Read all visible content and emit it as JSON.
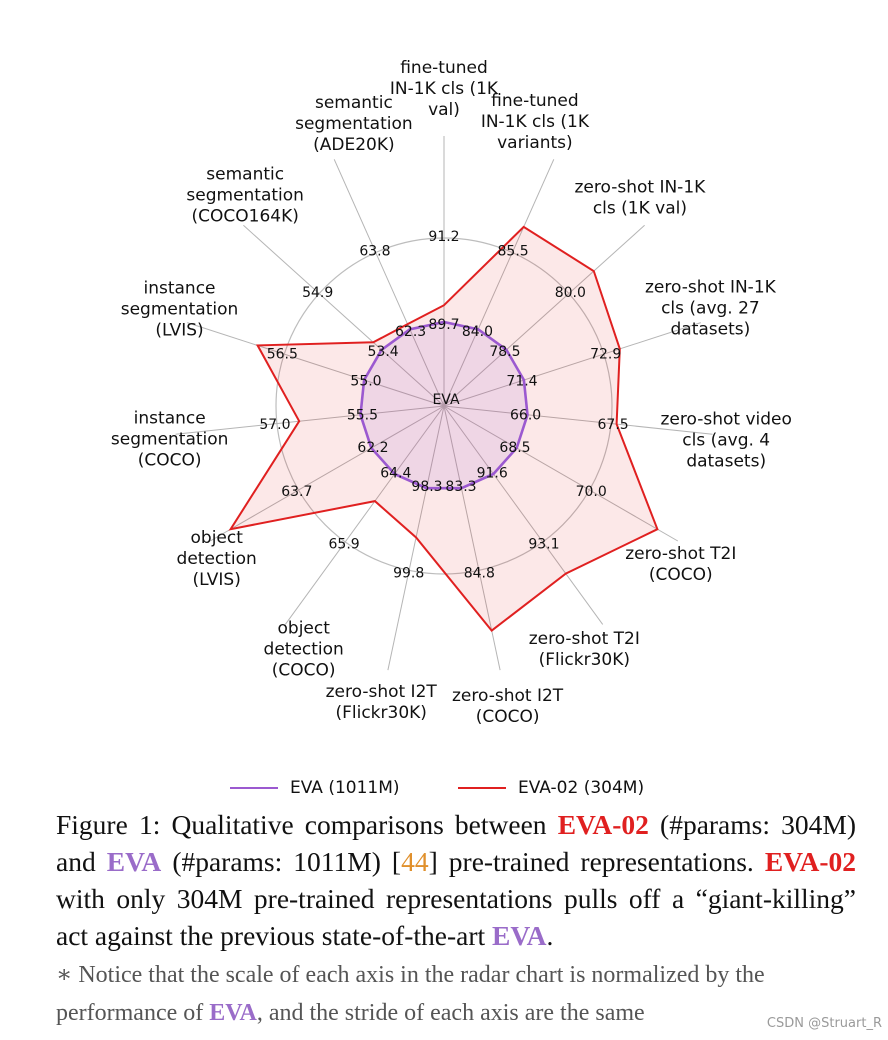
{
  "chart_data": {
    "type": "radar",
    "center_label": "EVA",
    "axes": [
      {
        "label": [
          "fine-tuned",
          "IN-1K cls (1K",
          "val)"
        ],
        "ticks": [
          "89.7",
          "91.2"
        ]
      },
      {
        "label": [
          "fine-tuned",
          "IN-1K cls (1K",
          "variants)"
        ],
        "ticks": [
          "84.0",
          "85.5"
        ]
      },
      {
        "label": [
          "zero-shot IN-1K",
          "cls (1K val)"
        ],
        "ticks": [
          "78.5",
          "80.0"
        ]
      },
      {
        "label": [
          "zero-shot IN-1K",
          "cls (avg. 27",
          "datasets)"
        ],
        "ticks": [
          "71.4",
          "72.9"
        ]
      },
      {
        "label": [
          "zero-shot video",
          "cls (avg. 4",
          "datasets)"
        ],
        "ticks": [
          "66.0",
          "67.5"
        ]
      },
      {
        "label": [
          "zero-shot T2I",
          "(COCO)"
        ],
        "ticks": [
          "68.5",
          "70.0"
        ]
      },
      {
        "label": [
          "zero-shot T2I",
          "(Flickr30K)"
        ],
        "ticks": [
          "91.6",
          "93.1"
        ]
      },
      {
        "label": [
          "zero-shot I2T",
          "(COCO)"
        ],
        "ticks": [
          "83.3",
          "84.8"
        ]
      },
      {
        "label": [
          "zero-shot I2T",
          "(Flickr30K)"
        ],
        "ticks": [
          "98.3",
          "99.8"
        ]
      },
      {
        "label": [
          "object",
          "detection",
          "(COCO)"
        ],
        "ticks": [
          "64.4",
          "65.9"
        ]
      },
      {
        "label": [
          "object",
          "detection",
          "(LVIS)"
        ],
        "ticks": [
          "62.2",
          "63.7"
        ]
      },
      {
        "label": [
          "instance",
          "segmentation",
          "(COCO)"
        ],
        "ticks": [
          "55.5",
          "57.0"
        ]
      },
      {
        "label": [
          "instance",
          "segmentation",
          "(LVIS)"
        ],
        "ticks": [
          "55.0",
          "56.5"
        ]
      },
      {
        "label": [
          "semantic",
          "segmentation",
          "(COCO164K)"
        ],
        "ticks": [
          "53.4",
          "54.9"
        ]
      },
      {
        "label": [
          "semantic",
          "segmentation",
          "(ADE20K)"
        ],
        "ticks": [
          "62.3",
          "63.8"
        ]
      }
    ],
    "series": [
      {
        "name": "EVA (1011M)",
        "color": "#9b59d0",
        "values": [
          89.7,
          84.0,
          78.5,
          71.4,
          66.0,
          68.5,
          91.6,
          83.3,
          98.3,
          64.4,
          62.2,
          55.5,
          55.0,
          53.4,
          62.3
        ]
      },
      {
        "name": "EVA-02 (304M)",
        "color": "#e02020",
        "values": [
          90.0,
          86.0,
          80.6,
          73.2,
          67.6,
          71.4,
          93.8,
          85.9,
          99.2,
          65.0,
          65.1,
          56.6,
          57.0,
          53.6,
          62.4
        ]
      }
    ],
    "rings": [
      1.5
    ],
    "grid": true,
    "legend": "bottom"
  },
  "legend": {
    "items": [
      {
        "label": "EVA (1011M)",
        "color": "#9b59d0"
      },
      {
        "label": "EVA-02 (304M)",
        "color": "#e02020"
      }
    ]
  },
  "caption": {
    "prefix": "Figure 1:  Qualitative comparisons between ",
    "eva02": "EVA-02",
    "part2": " (#params: 304M) and ",
    "eva": "EVA",
    "part3": " (#params: 1011M) [",
    "ref": "44",
    "part4": "] pre-trained representations. ",
    "eva02_b": "EVA-02",
    "part5": " with only 304M pre-trained representations pulls off a “giant-killing” act against the previous state-of-the-art ",
    "eva_b": "EVA",
    "part6": "."
  },
  "note": {
    "part1": "∗ Notice that the scale of each axis in the radar chart is normalized by the performance of ",
    "eva": "EVA",
    "part2": ", and the stride of each axis are the same"
  },
  "watermark": "CSDN @Struart_R"
}
